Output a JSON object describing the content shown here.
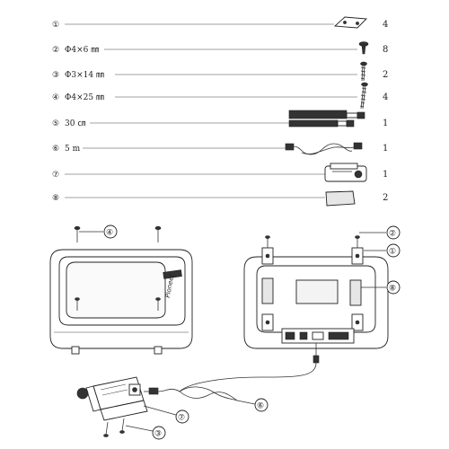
{
  "parts_list": [
    {
      "num": "①",
      "spec": "",
      "qty": "4",
      "icon": "mounting-bracket-icon"
    },
    {
      "num": "②",
      "spec": "Φ4×6 ㎜",
      "qty": "8",
      "icon": "short-screw-icon"
    },
    {
      "num": "③",
      "spec": "Φ3×14 ㎜",
      "qty": "2",
      "icon": "medium-screw-icon"
    },
    {
      "num": "④",
      "spec": "Φ4×25 ㎜",
      "qty": "4",
      "icon": "long-screw-icon"
    },
    {
      "num": "⑤",
      "spec": "30 ㎝",
      "qty": "1",
      "icon": "cable-harness-icon"
    },
    {
      "num": "⑥",
      "spec": "5 m",
      "qty": "1",
      "icon": "coiled-cable-icon"
    },
    {
      "num": "⑦",
      "spec": "",
      "qty": "1",
      "icon": "remote-control-icon"
    },
    {
      "num": "⑧",
      "spec": "",
      "qty": "2",
      "icon": "adhesive-pad-icon"
    }
  ],
  "callouts": {
    "top_left_screw": "④",
    "top_right_screw": "②",
    "top_right_bracket": "①",
    "right_pad": "⑧",
    "bottom_cable": "⑥",
    "remote_unit": "⑦",
    "remote_screw": "③"
  },
  "amp_brand": "Pioneer"
}
